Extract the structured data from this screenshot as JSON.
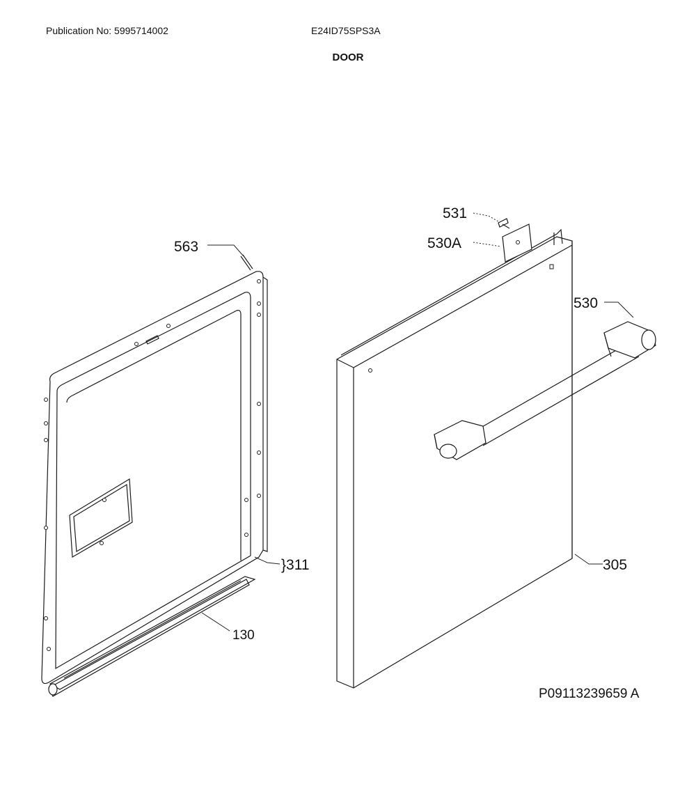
{
  "header": {
    "publication": "Publication No: 5995714002",
    "model": "E24ID75SPS3A",
    "title": "DOOR"
  },
  "callouts": {
    "p563": "563",
    "p531": "531",
    "p530a": "530A",
    "p530": "530",
    "p311": "}311",
    "p305": "305",
    "p130": "130"
  },
  "footer": {
    "diagram_code": "P09113239659 A"
  }
}
